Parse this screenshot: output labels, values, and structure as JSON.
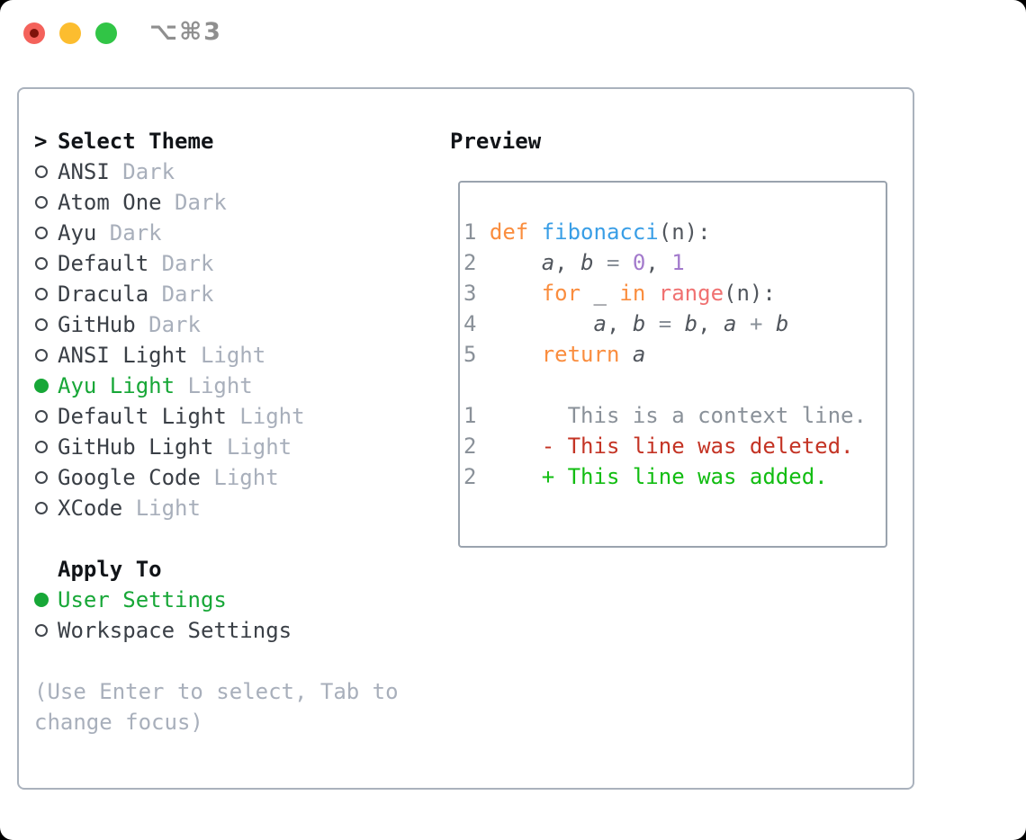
{
  "titlebar": {
    "shortcut": "⌥⌘3",
    "buttons": [
      "close",
      "minimize",
      "zoom"
    ]
  },
  "theme_list": {
    "prompt_char": ">",
    "heading": "Select Theme",
    "items": [
      {
        "name": "ANSI",
        "variant": "Dark",
        "selected": false
      },
      {
        "name": "Atom One",
        "variant": "Dark",
        "selected": false
      },
      {
        "name": "Ayu",
        "variant": "Dark",
        "selected": false
      },
      {
        "name": "Default",
        "variant": "Dark",
        "selected": false
      },
      {
        "name": "Dracula",
        "variant": "Dark",
        "selected": false
      },
      {
        "name": "GitHub",
        "variant": "Dark",
        "selected": false
      },
      {
        "name": "ANSI Light",
        "variant": "Light",
        "selected": false
      },
      {
        "name": "Ayu Light",
        "variant": "Light",
        "selected": true
      },
      {
        "name": "Default Light",
        "variant": "Light",
        "selected": false
      },
      {
        "name": "GitHub Light",
        "variant": "Light",
        "selected": false
      },
      {
        "name": "Google Code",
        "variant": "Light",
        "selected": false
      },
      {
        "name": "XCode",
        "variant": "Light",
        "selected": false
      }
    ]
  },
  "apply_to": {
    "heading": "Apply To",
    "options": [
      {
        "label": "User Settings",
        "selected": true
      },
      {
        "label": "Workspace Settings",
        "selected": false
      }
    ]
  },
  "hint": "(Use Enter to select, Tab to change focus)",
  "preview": {
    "heading": "Preview",
    "code_lines": [
      {
        "segments": [
          {
            "t": "1 ",
            "c": "num"
          },
          {
            "t": "def ",
            "c": "kw"
          },
          {
            "t": "fibonacci",
            "c": "fn"
          },
          {
            "t": "(n):",
            "c": "fg"
          }
        ]
      },
      {
        "segments": [
          {
            "t": "2 ",
            "c": "num"
          },
          {
            "t": "    ",
            "c": "fg"
          },
          {
            "t": "a",
            "c": "var"
          },
          {
            "t": ", ",
            "c": "fg"
          },
          {
            "t": "b",
            "c": "var"
          },
          {
            "t": " ",
            "c": "fg"
          },
          {
            "t": "=",
            "c": "op"
          },
          {
            "t": " ",
            "c": "fg"
          },
          {
            "t": "0",
            "c": "numlit"
          },
          {
            "t": ", ",
            "c": "fg"
          },
          {
            "t": "1",
            "c": "numlit"
          }
        ]
      },
      {
        "segments": [
          {
            "t": "3 ",
            "c": "num"
          },
          {
            "t": "    ",
            "c": "fg"
          },
          {
            "t": "for",
            "c": "kw"
          },
          {
            "t": " _ ",
            "c": "fg"
          },
          {
            "t": "in",
            "c": "kw"
          },
          {
            "t": " ",
            "c": "fg"
          },
          {
            "t": "range",
            "c": "special"
          },
          {
            "t": "(n):",
            "c": "fg"
          }
        ]
      },
      {
        "segments": [
          {
            "t": "4 ",
            "c": "num"
          },
          {
            "t": "        ",
            "c": "fg"
          },
          {
            "t": "a",
            "c": "var"
          },
          {
            "t": ", ",
            "c": "fg"
          },
          {
            "t": "b",
            "c": "var"
          },
          {
            "t": " ",
            "c": "fg"
          },
          {
            "t": "=",
            "c": "op"
          },
          {
            "t": " ",
            "c": "fg"
          },
          {
            "t": "b",
            "c": "var"
          },
          {
            "t": ", ",
            "c": "fg"
          },
          {
            "t": "a",
            "c": "var"
          },
          {
            "t": " ",
            "c": "fg"
          },
          {
            "t": "+",
            "c": "op"
          },
          {
            "t": " ",
            "c": "fg"
          },
          {
            "t": "b",
            "c": "var"
          }
        ]
      },
      {
        "segments": [
          {
            "t": "5 ",
            "c": "num"
          },
          {
            "t": "    ",
            "c": "fg"
          },
          {
            "t": "return",
            "c": "kw"
          },
          {
            "t": " ",
            "c": "fg"
          },
          {
            "t": "a",
            "c": "var"
          }
        ]
      },
      {
        "segments": []
      },
      {
        "segments": [
          {
            "t": "1 ",
            "c": "num"
          },
          {
            "t": "      This is a context line.",
            "c": "ctx"
          }
        ]
      },
      {
        "segments": [
          {
            "t": "2 ",
            "c": "num"
          },
          {
            "t": "    - This line was deleted.",
            "c": "del"
          }
        ]
      },
      {
        "segments": [
          {
            "t": "2 ",
            "c": "num"
          },
          {
            "t": "    + This line was added.",
            "c": "add"
          }
        ]
      }
    ]
  },
  "colors": {
    "accent_green": "#17a737",
    "keyword_orange": "#fa8d3e",
    "function_blue": "#399ee6",
    "builtin_coral": "#f07171",
    "number_purple": "#a37acc",
    "deleted_red": "#c43425",
    "added_green": "#12bd12",
    "muted_gray": "#a8afbb",
    "line_number_gray": "#8a9199",
    "panel_border": "#aab2bd",
    "traffic_red": "#f4625b",
    "traffic_yellow": "#fcbd2f",
    "traffic_green": "#31c546"
  }
}
